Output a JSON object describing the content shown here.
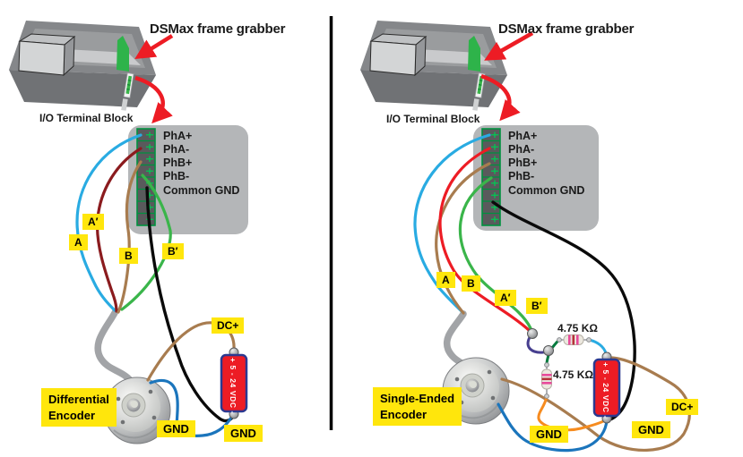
{
  "left": {
    "title": "DSMax frame grabber",
    "io_label": "I/O Terminal Block",
    "pins": [
      "PhA+",
      "PhA-",
      "PhB+",
      "PhB-",
      "Common GND"
    ],
    "tag_a": "A",
    "tag_a_prime": "A′",
    "tag_b": "B",
    "tag_b_prime": "B′",
    "dc_label": "DC+",
    "gnd_left": "GND",
    "gnd_right": "GND",
    "battery_label": "+ 5 - 24 VDC -",
    "encoder_name_line1": "Differential",
    "encoder_name_line2": "Encoder"
  },
  "right": {
    "title": "DSMax frame grabber",
    "io_label": "I/O Terminal Block",
    "pins": [
      "PhA+",
      "PhA-",
      "PhB+",
      "PhB-",
      "Common GND"
    ],
    "tag_a": "A",
    "tag_b": "B",
    "tag_a_prime": "A′",
    "tag_b_prime": "B′",
    "resistor_top": "4.75 KΩ",
    "resistor_bottom": "4.75 KΩ",
    "dc_label": "DC+",
    "gnd_left": "GND",
    "gnd_right": "GND",
    "battery_label": "+ 5 - 24 VDC -",
    "encoder_name_line1": "Single-Ended",
    "encoder_name_line2": "Encoder"
  },
  "colors": {
    "wire_phA": "#29abe2",
    "wire_phA_neg_left": "#8b1b1e",
    "wire_phA_neg_right": "#ed1c24",
    "wire_phB": "#a87c4f",
    "wire_phB_neg": "#3ab54a",
    "wire_common_gnd": "#0a0a0a",
    "wire_gnd_blue": "#1b75bc",
    "wire_orange": "#f68b1f",
    "wire_jumper_purple": "#473f8f",
    "wire_jumper_green": "#007a3d",
    "label_bg": "#ffe60c",
    "battery_fill": "#ed1c24",
    "battery_border": "#2b3990",
    "arrow_red": "#ed1c24",
    "card_green": "#2eb34a",
    "terminal_green": "#00a651"
  }
}
